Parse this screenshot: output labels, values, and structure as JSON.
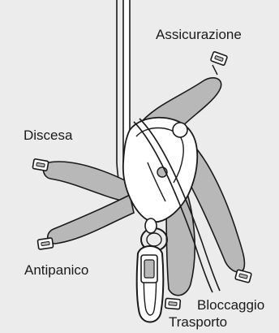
{
  "labels": {
    "belay": "Assicurazione",
    "descent": "Discesa",
    "antipanic": "Antipanico",
    "blocking": "Bloccaggio",
    "transport": "Trasporto"
  },
  "colors": {
    "background": "#ececec",
    "handle_fill": "#b8b8b8",
    "device_fill": "#ffffff",
    "outline": "#1a1a1a"
  }
}
